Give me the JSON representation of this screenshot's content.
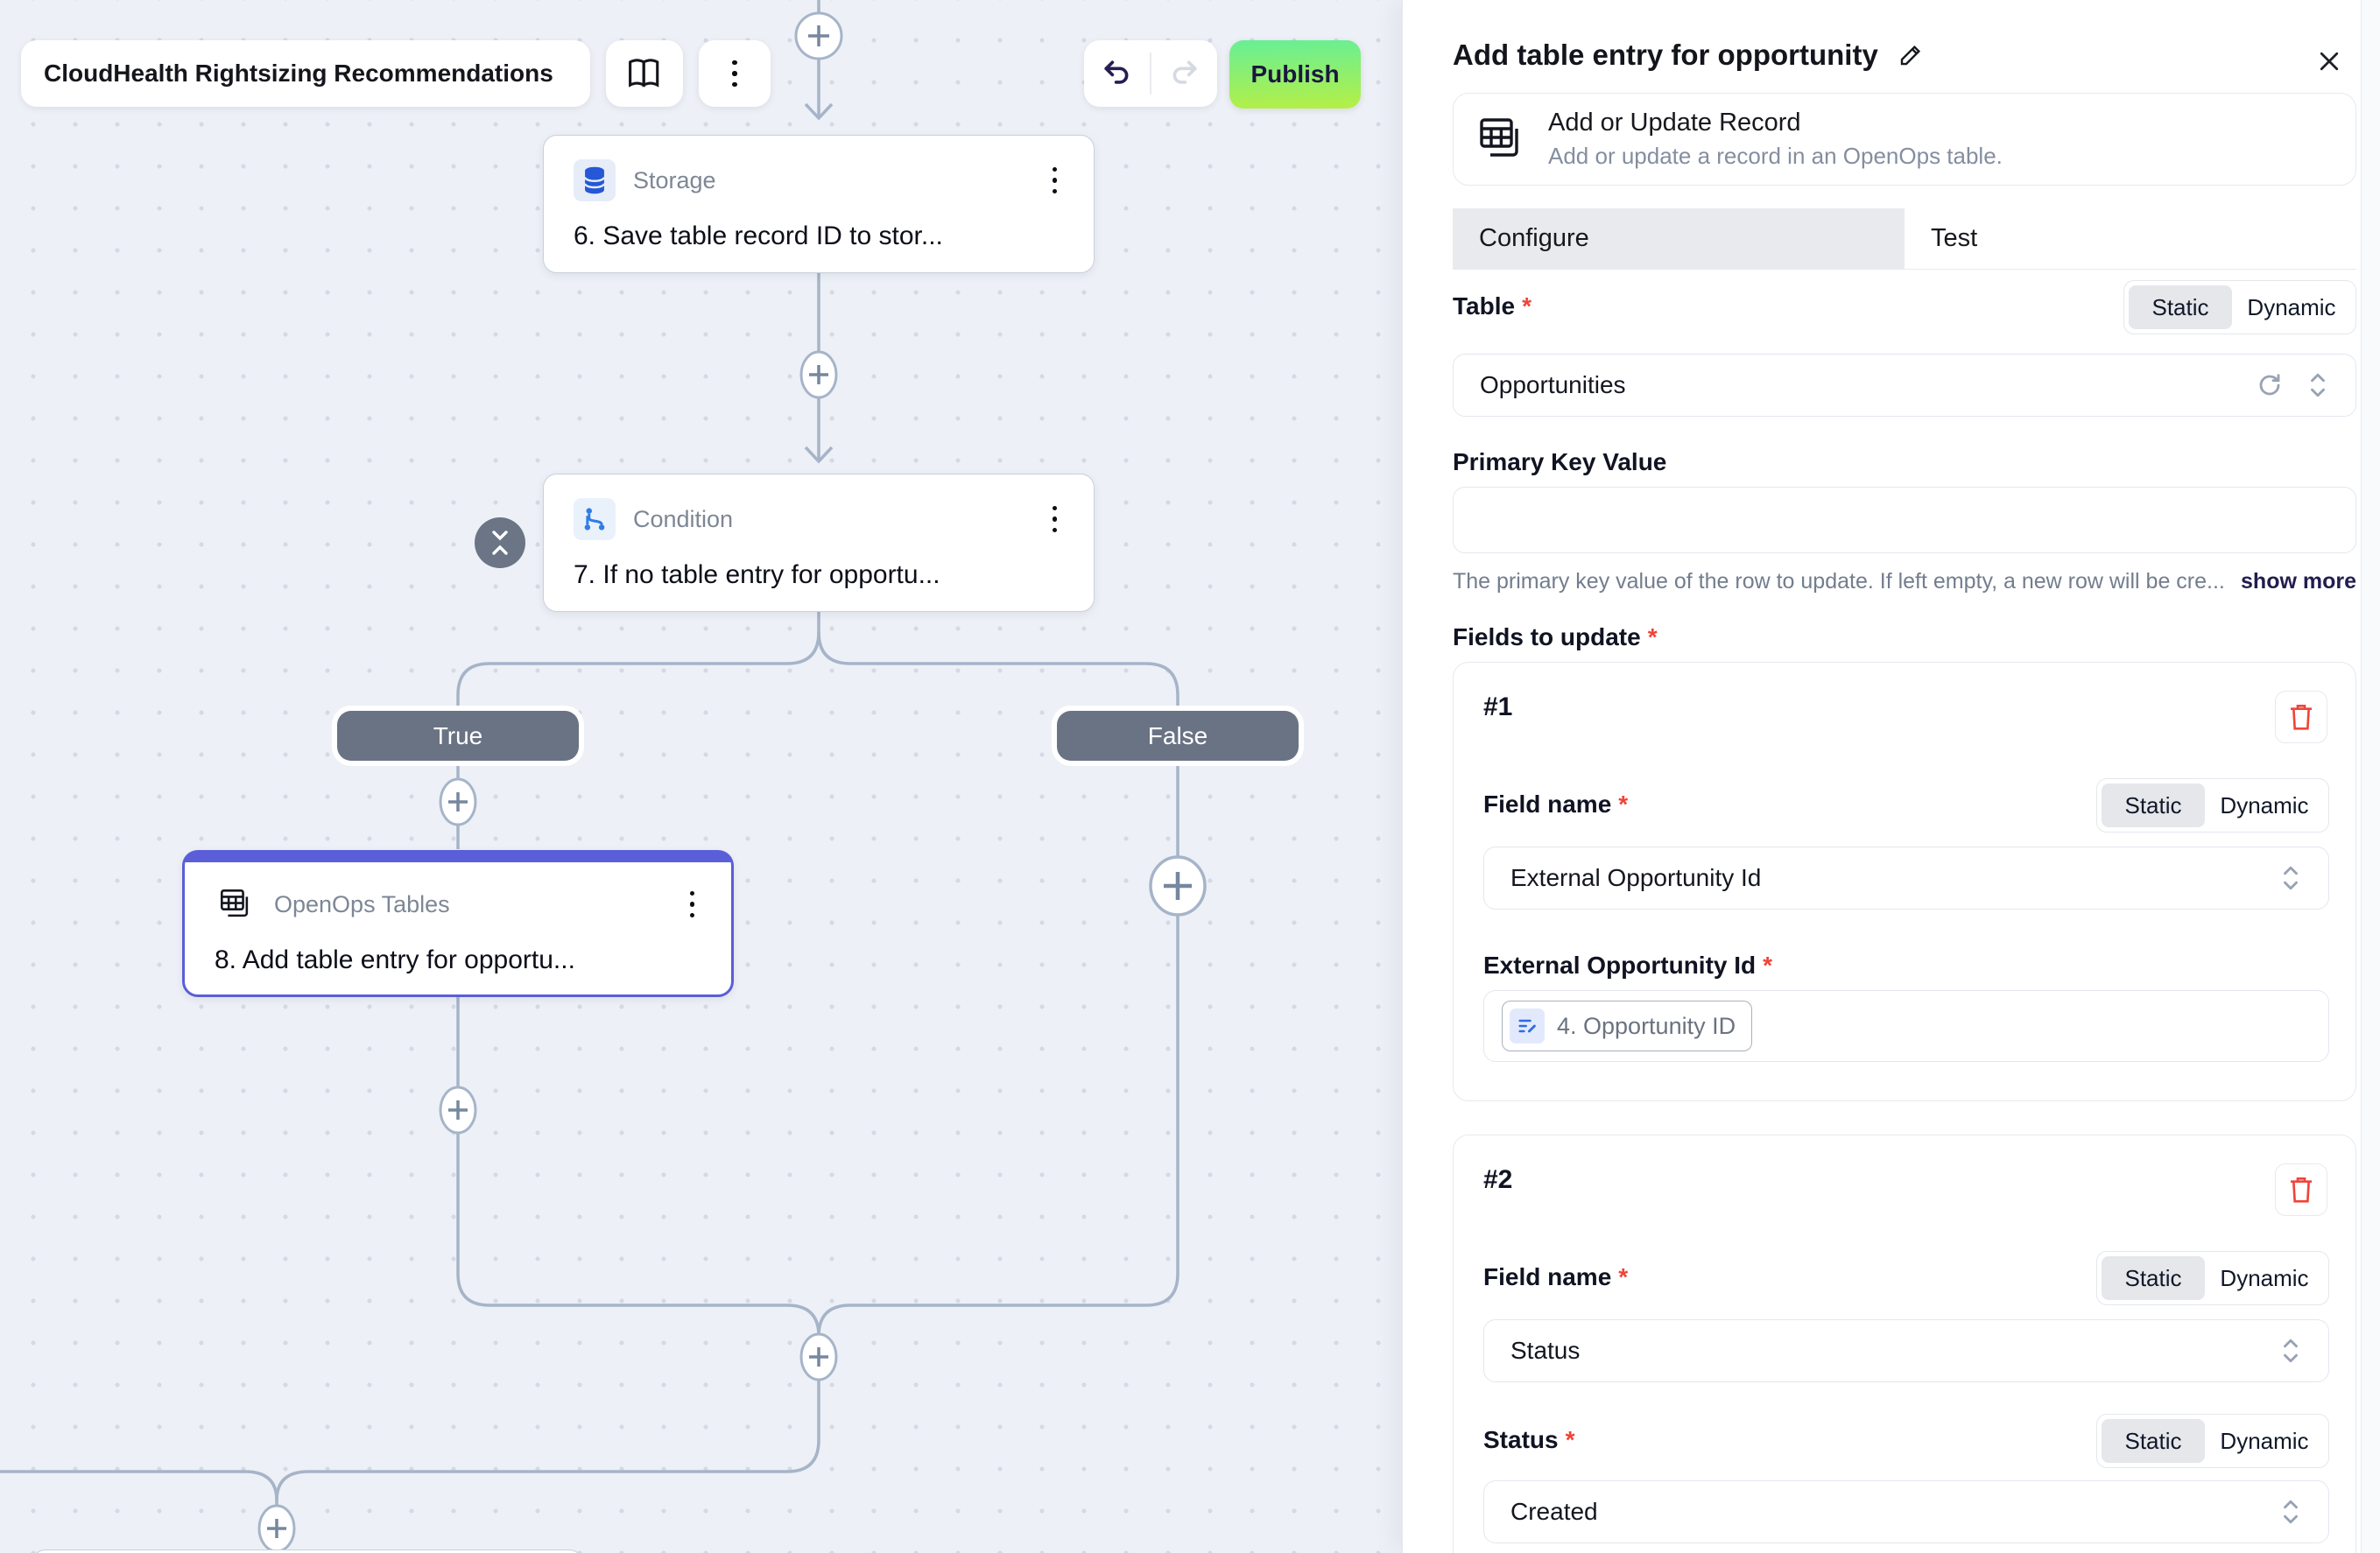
{
  "required_marker": "*",
  "canvas": {
    "flow_name": "CloudHealth Rightsizing Recommendations",
    "publish_label": "Publish",
    "branch_true": "True",
    "branch_false": "False",
    "nodes": {
      "storage": {
        "type_label": "Storage",
        "title": "6. Save table record ID to stor..."
      },
      "condition": {
        "type_label": "Condition",
        "title": "7. If no table entry for opportu..."
      },
      "tables": {
        "type_label": "OpenOps Tables",
        "title": "8. Add table entry for opportu..."
      }
    }
  },
  "panel": {
    "title": "Add table entry for opportunity",
    "action": {
      "name": "Add or Update Record",
      "description": "Add or update a record in an OpenOps table."
    },
    "tabs": {
      "configure": "Configure",
      "test": "Test"
    },
    "toggle": {
      "static": "Static",
      "dynamic": "Dynamic"
    },
    "table_field": {
      "label": "Table",
      "value": "Opportunities"
    },
    "primary_key": {
      "label": "Primary Key Value",
      "value": "",
      "helper": "The primary key value of the row to update. If left empty, a new row will be cre...",
      "show_more": "show more"
    },
    "fields_to_update": {
      "label": "Fields to update",
      "items": [
        {
          "index": "#1",
          "field_name_label": "Field name",
          "field_name": "External Opportunity Id",
          "value_label": "External Opportunity Id",
          "value_token": "4. Opportunity ID"
        },
        {
          "index": "#2",
          "field_name_label": "Field name",
          "field_name": "Status",
          "value_label": "Status",
          "value_value": "Created"
        }
      ]
    }
  }
}
